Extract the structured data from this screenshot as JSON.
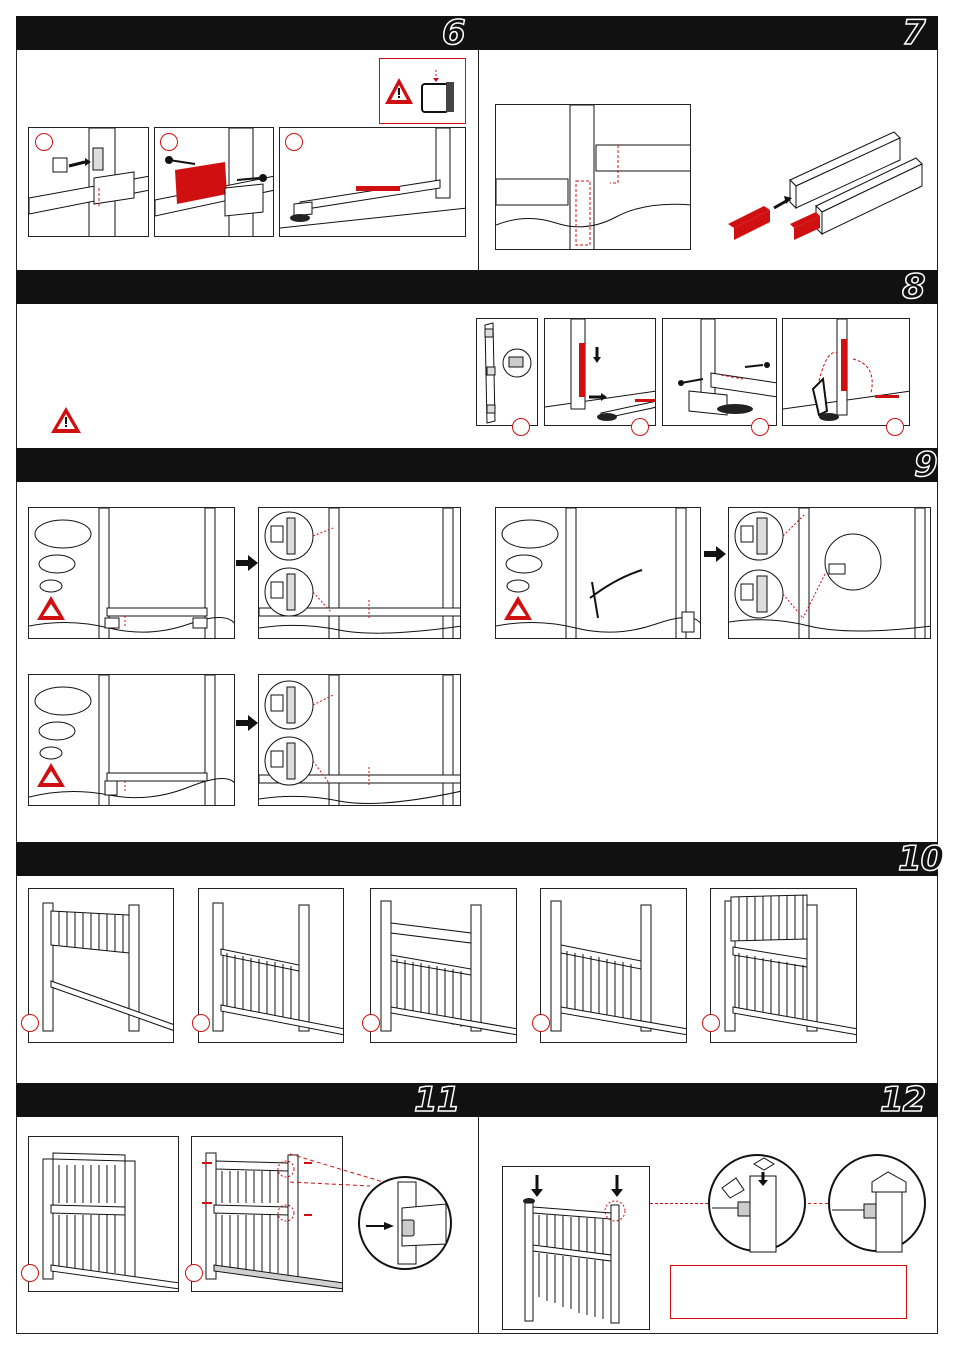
{
  "steps": {
    "s6": "6",
    "s7": "7",
    "s8": "8",
    "s9": "9",
    "s10": "10",
    "s11": "11",
    "s12": "12"
  },
  "colors": {
    "accent_red": "#d01010",
    "bar_black": "#111111",
    "line": "#222222"
  },
  "icons": {
    "warning": "warning-triangle-icon",
    "arrow": "arrow-right-icon"
  }
}
